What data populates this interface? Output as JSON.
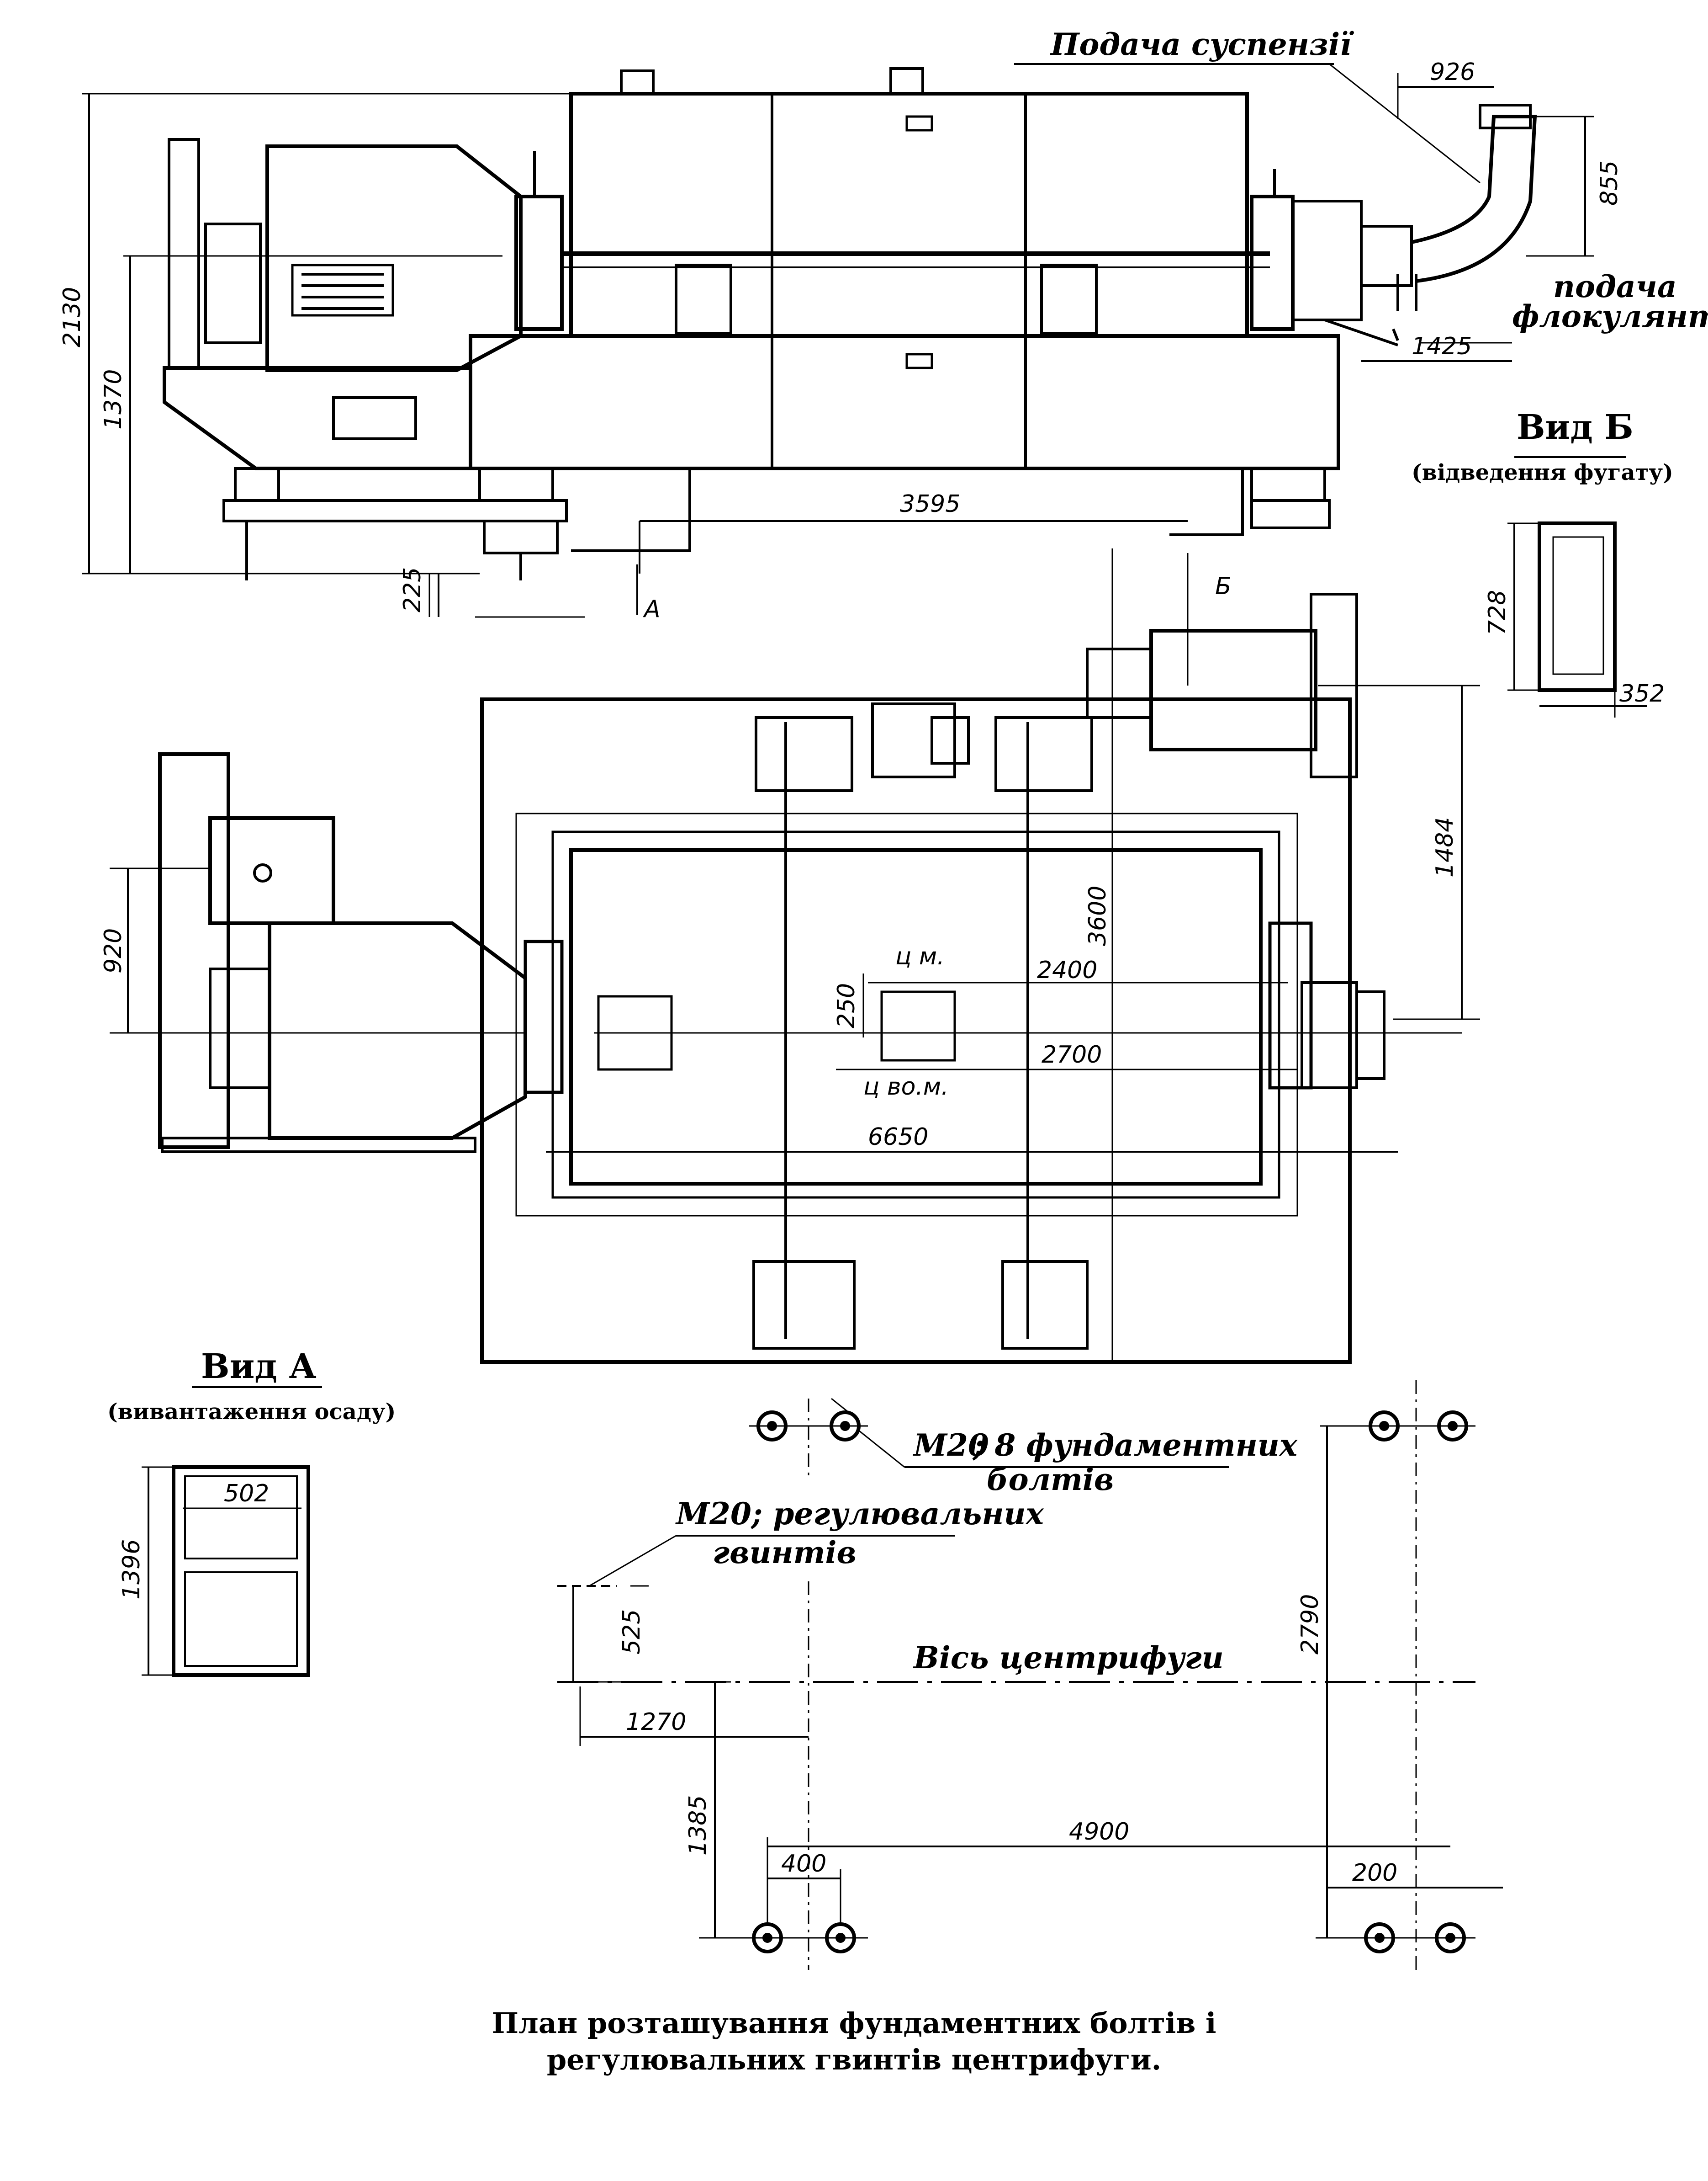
{
  "labels": {
    "suspension_feed": "Подача суспензії",
    "flocculant_feed_1": "подача",
    "flocculant_feed_2": "флокулянта",
    "view_b_title": "Вид Б",
    "view_b_sub": "(відведення фугату)",
    "view_a_title": "Вид А",
    "view_a_sub": "(вивантаження осаду)",
    "foundation_bolts_1": "; 8 фундаментних",
    "foundation_bolts_2": "болтів",
    "bolt_size": "M20",
    "adjust_screws_1": "M20; регулювальних",
    "adjust_screws_2": "гвинтів",
    "centrifuge_axis": "Вісь центрифуги",
    "mass_center": "ц м.",
    "water_mass_center": "ц во.м.",
    "arrow_a": "А",
    "arrow_b": "Б"
  },
  "dimensions": {
    "d926": "926",
    "d855": "855",
    "d1425": "1425",
    "d2130": "2130",
    "d1370": "1370",
    "d3595": "3595",
    "d225": "225",
    "d728": "728",
    "d352": "352",
    "d1484": "1484",
    "d3600": "3600",
    "d920": "920",
    "d250": "250",
    "d2400": "2400",
    "d2700": "2700",
    "d6650": "6650",
    "d502": "502",
    "d1396": "1396",
    "d525": "525",
    "d1270": "1270",
    "d2790": "2790",
    "d1385": "1385",
    "d4900": "4900",
    "d400": "400",
    "d200": "200"
  },
  "caption": {
    "line1": "План розташування фундаментних болтів і",
    "line2": "регулювальних гвинтів центрифуги."
  }
}
